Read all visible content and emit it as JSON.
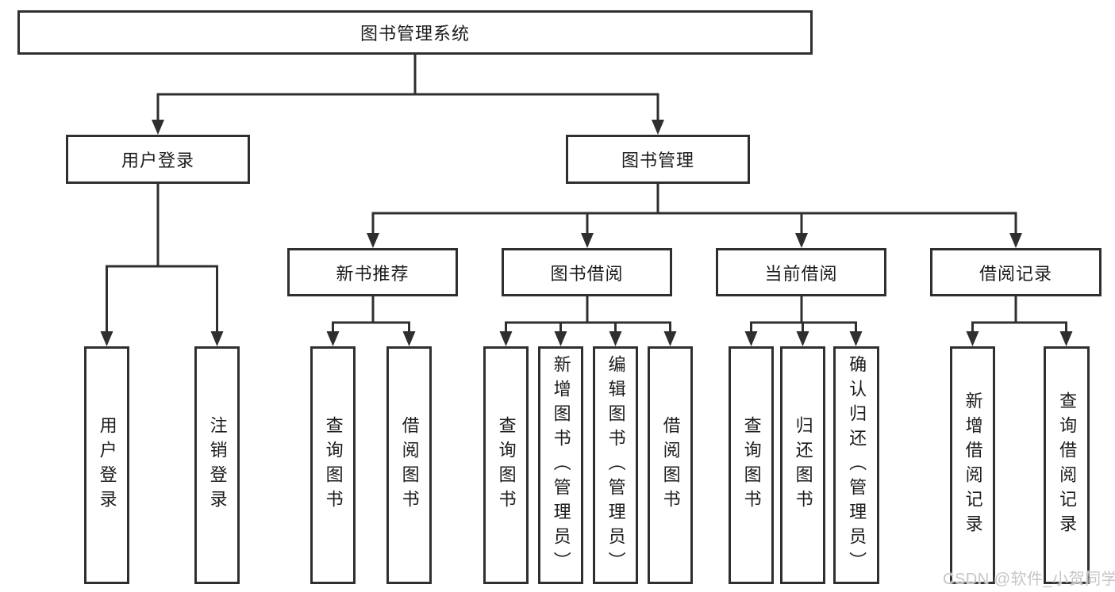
{
  "title": "图书管理系统",
  "watermark": "CSDN @软件_小贺同学",
  "colors": {
    "line": "#2f2f2f",
    "text": "#1c1c1c",
    "background": "#ffffff",
    "watermark": "#c6c6c6"
  },
  "nodes": {
    "root": "图书管理系统",
    "login": "用户登录",
    "mgmt": "图书管理",
    "recommend": "新书推荐",
    "borrow": "图书借阅",
    "current": "当前借阅",
    "records": "借阅记录",
    "login_user": "用户登录",
    "login_logout": "注销登录",
    "rec_query": "查询图书",
    "rec_borrow": "借阅图书",
    "bor_query": "查询图书",
    "bor_add": "新增图书（管理员）",
    "bor_edit": "编辑图书（管理员）",
    "bor_borrow": "借阅图书",
    "cur_query": "查询图书",
    "cur_return": "归还图书",
    "cur_confirm": "确认归还（管理员）",
    "rcd_add": "新增借阅记录",
    "rcd_query": "查询借阅记录"
  },
  "edges": [
    [
      "root",
      "login"
    ],
    [
      "root",
      "mgmt"
    ],
    [
      "login",
      "login_user"
    ],
    [
      "login",
      "login_logout"
    ],
    [
      "mgmt",
      "recommend"
    ],
    [
      "mgmt",
      "borrow"
    ],
    [
      "mgmt",
      "current"
    ],
    [
      "mgmt",
      "records"
    ],
    [
      "recommend",
      "rec_query"
    ],
    [
      "recommend",
      "rec_borrow"
    ],
    [
      "borrow",
      "bor_query"
    ],
    [
      "borrow",
      "bor_add"
    ],
    [
      "borrow",
      "bor_edit"
    ],
    [
      "borrow",
      "bor_borrow"
    ],
    [
      "current",
      "cur_query"
    ],
    [
      "current",
      "cur_return"
    ],
    [
      "current",
      "cur_confirm"
    ],
    [
      "records",
      "rcd_add"
    ],
    [
      "records",
      "rcd_query"
    ]
  ]
}
